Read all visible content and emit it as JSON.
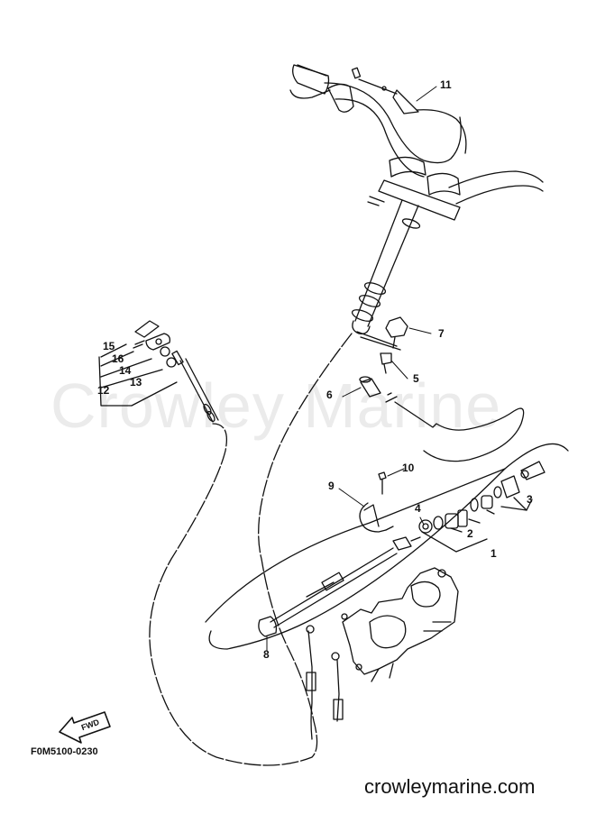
{
  "watermark": "Crowley Marine",
  "diagram_code": "F0M5100-0230",
  "site_url": "crowleymarine.com",
  "fwd_label": "FWD",
  "callouts": {
    "c1": "1",
    "c2": "2",
    "c3": "3",
    "c4": "4",
    "c5": "5",
    "c6": "6",
    "c7": "7",
    "c8": "8",
    "c9": "9",
    "c10": "10",
    "c11": "11",
    "c12": "12",
    "c13": "13",
    "c14": "14",
    "c15": "15",
    "c16": "16"
  }
}
